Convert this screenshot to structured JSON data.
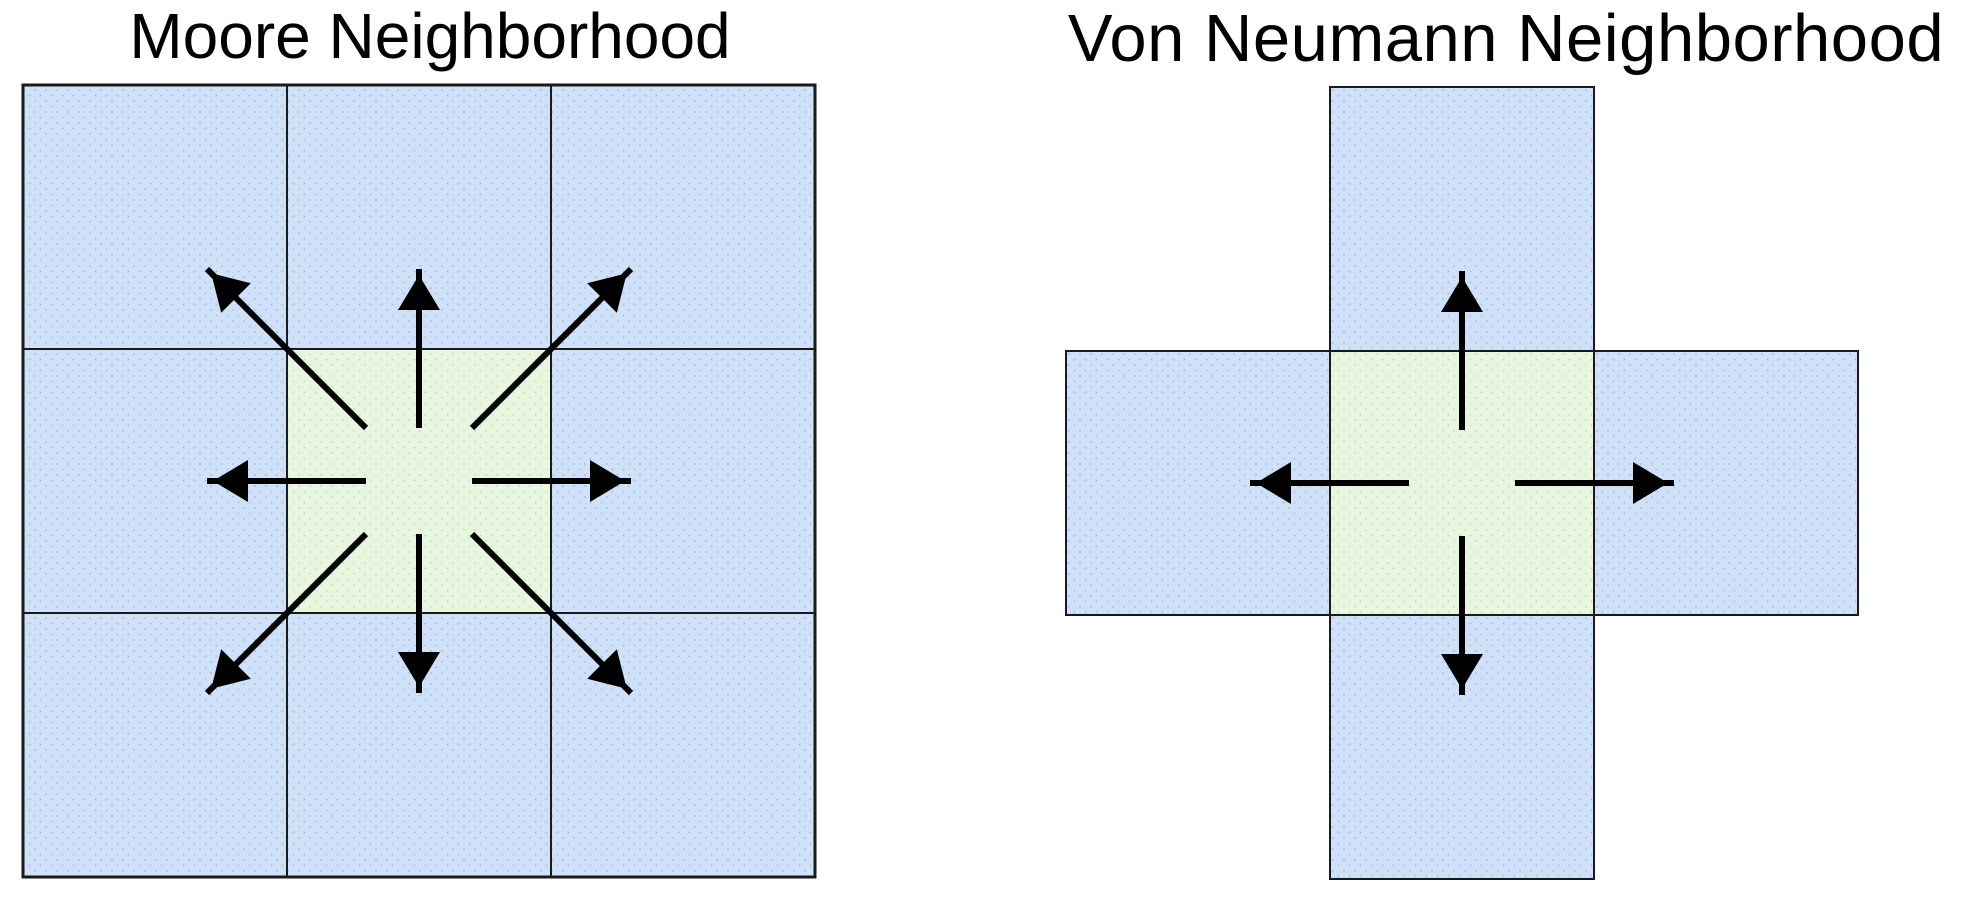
{
  "colors": {
    "page_background": "#ffffff",
    "neighbor_fill": "#cfe1f8",
    "neighbor_dot": "#a9c3e4",
    "center_fill": "#e6f6df",
    "center_dot": "#c8e4c4",
    "cell_border": "#1a1a1a",
    "arrow": "#000000",
    "title_text": "#000000"
  },
  "figures": {
    "moore": {
      "title": "Moore Neighborhood",
      "grid": "3x3",
      "neighbor_cells": 8,
      "arrow_directions": [
        "N",
        "NE",
        "E",
        "SE",
        "S",
        "SW",
        "W",
        "NW"
      ]
    },
    "von_neumann": {
      "title": "Von Neumann Neighborhood",
      "grid": "plus",
      "neighbor_cells": 4,
      "arrow_directions": [
        "N",
        "E",
        "S",
        "W"
      ]
    }
  }
}
